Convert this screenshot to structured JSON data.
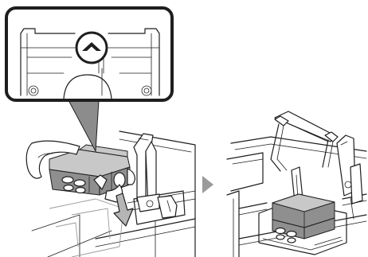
{
  "figure": {
    "type": "instruction-illustration",
    "step_arrow_icon": "triangle-right",
    "callout_icon": "chevron-up-in-circle",
    "push_arrow_icon": "arrow-down",
    "colors": {
      "line": "#1e1e1e",
      "holder_dark": "#8f8f8f",
      "holder_light": "#c8c8c8",
      "arrow_gray": "#9a9a9a",
      "background": "#ffffff"
    }
  }
}
